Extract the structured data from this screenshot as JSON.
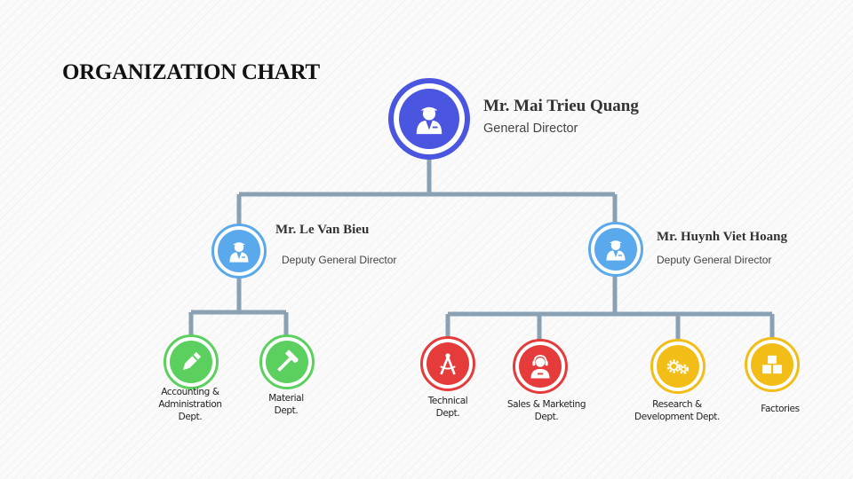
{
  "title": "ORGANIZATION CHART",
  "colors": {
    "connector": "#8aa1b4",
    "director": "#4a55e0",
    "deputy": "#5aa9ec",
    "green": "#5bd05e",
    "red": "#e53b3b",
    "yellow": "#f3bd17"
  },
  "director": {
    "name": "Mr.  Mai Trieu  Quang",
    "role": "General Director",
    "icon": "person-icon"
  },
  "deputies": [
    {
      "name": "Mr.  Le Van Bieu",
      "role": "Deputy General Director",
      "icon": "person-icon"
    },
    {
      "name": "Mr.  Huynh  Viet Hoang",
      "role": "Deputy General Director",
      "icon": "person-icon"
    }
  ],
  "departments": [
    {
      "lines": [
        "Accounting &",
        "Administration",
        "Dept."
      ],
      "icon": "pencil-icon"
    },
    {
      "lines": [
        "Material",
        "Dept."
      ],
      "icon": "hammer-icon"
    },
    {
      "lines": [
        "Technical",
        "Dept."
      ],
      "icon": "compass-icon"
    },
    {
      "lines": [
        "Sales & Marketing",
        "Dept."
      ],
      "icon": "headset-person-icon"
    },
    {
      "lines": [
        "Research &",
        "Development Dept."
      ],
      "icon": "gears-icon"
    },
    {
      "lines": [
        "Factories"
      ],
      "icon": "boxes-icon"
    }
  ]
}
